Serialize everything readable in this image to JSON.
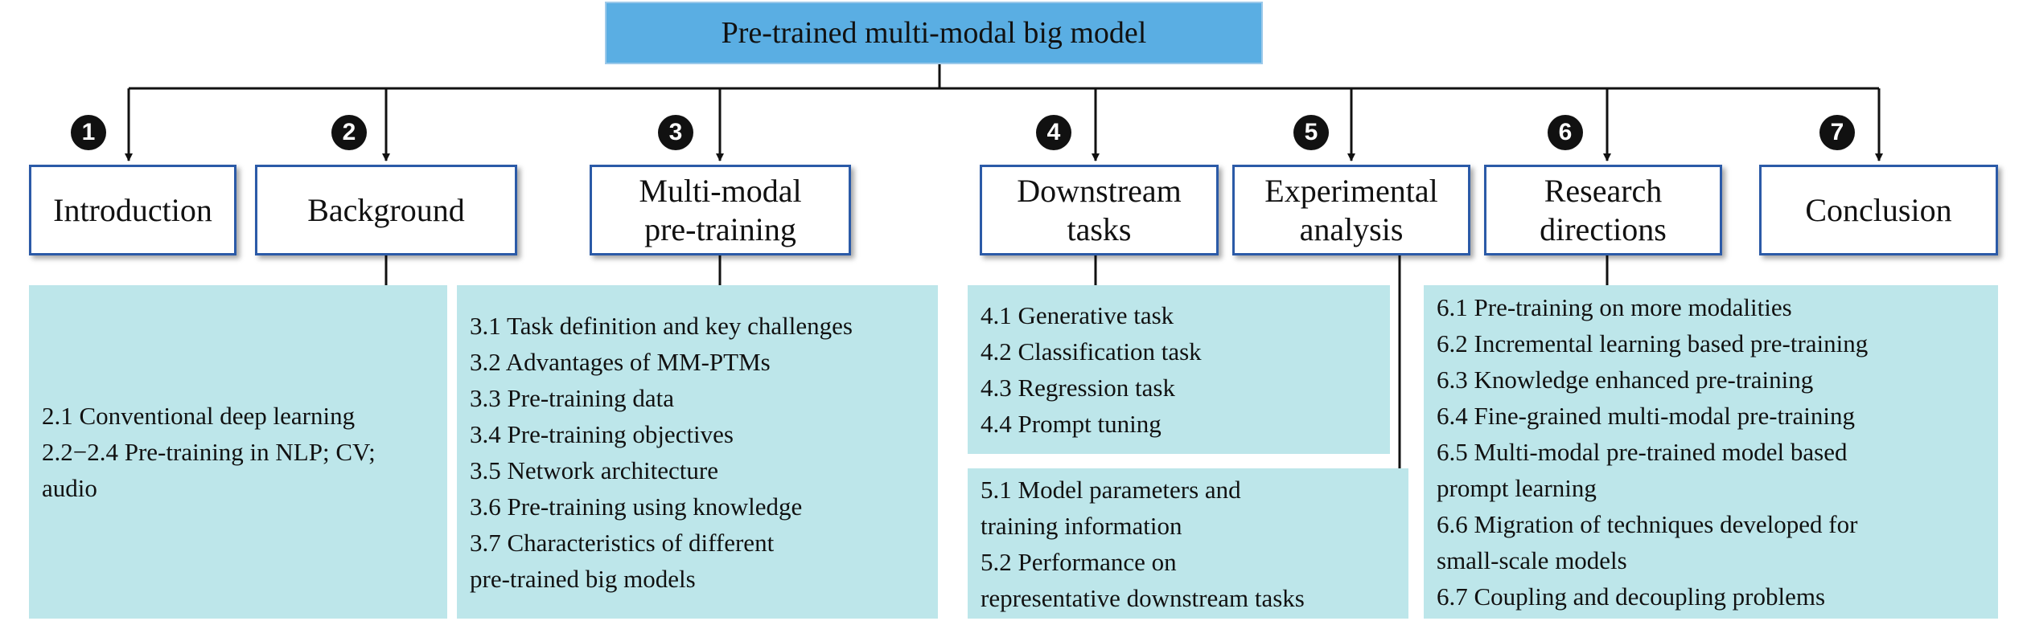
{
  "title": "Pre-trained multi-modal big model",
  "sections": [
    {
      "num": "1",
      "label": "Introduction"
    },
    {
      "num": "2",
      "label": "Background"
    },
    {
      "num": "3",
      "label": "Multi-modal\npre-training"
    },
    {
      "num": "4",
      "label": "Downstream\ntasks"
    },
    {
      "num": "5",
      "label": "Experimental\nanalysis"
    },
    {
      "num": "6",
      "label": "Research\ndirections"
    },
    {
      "num": "7",
      "label": "Conclusion"
    }
  ],
  "panels": {
    "background": [
      "2.1 Conventional deep learning",
      "2.2−2.4 Pre-training in NLP; CV;\naudio"
    ],
    "pretraining": [
      "3.1 Task definition and key challenges",
      "3.2 Advantages of MM-PTMs",
      "3.3 Pre-training data",
      "3.4 Pre-training objectives",
      "3.5 Network architecture",
      "3.6 Pre-training using knowledge",
      "3.7 Characteristics of different\npre-trained big models"
    ],
    "downstream": [
      "4.1 Generative task",
      "4.2 Classification task",
      "4.3 Regression task",
      "4.4 Prompt tuning"
    ],
    "experimental": [
      "5.1 Model parameters and\ntraining information",
      "5.2 Performance on\nrepresentative downstream tasks"
    ],
    "research": [
      "6.1 Pre-training on more modalities",
      "6.2 Incremental learning based pre-training",
      "6.3 Knowledge enhanced pre-training",
      "6.4 Fine-grained multi-modal pre-training",
      "6.5 Multi-modal pre-trained model based\nprompt learning",
      "6.6 Migration of techniques developed for\nsmall-scale models",
      "6.7 Coupling and decoupling problems"
    ]
  }
}
